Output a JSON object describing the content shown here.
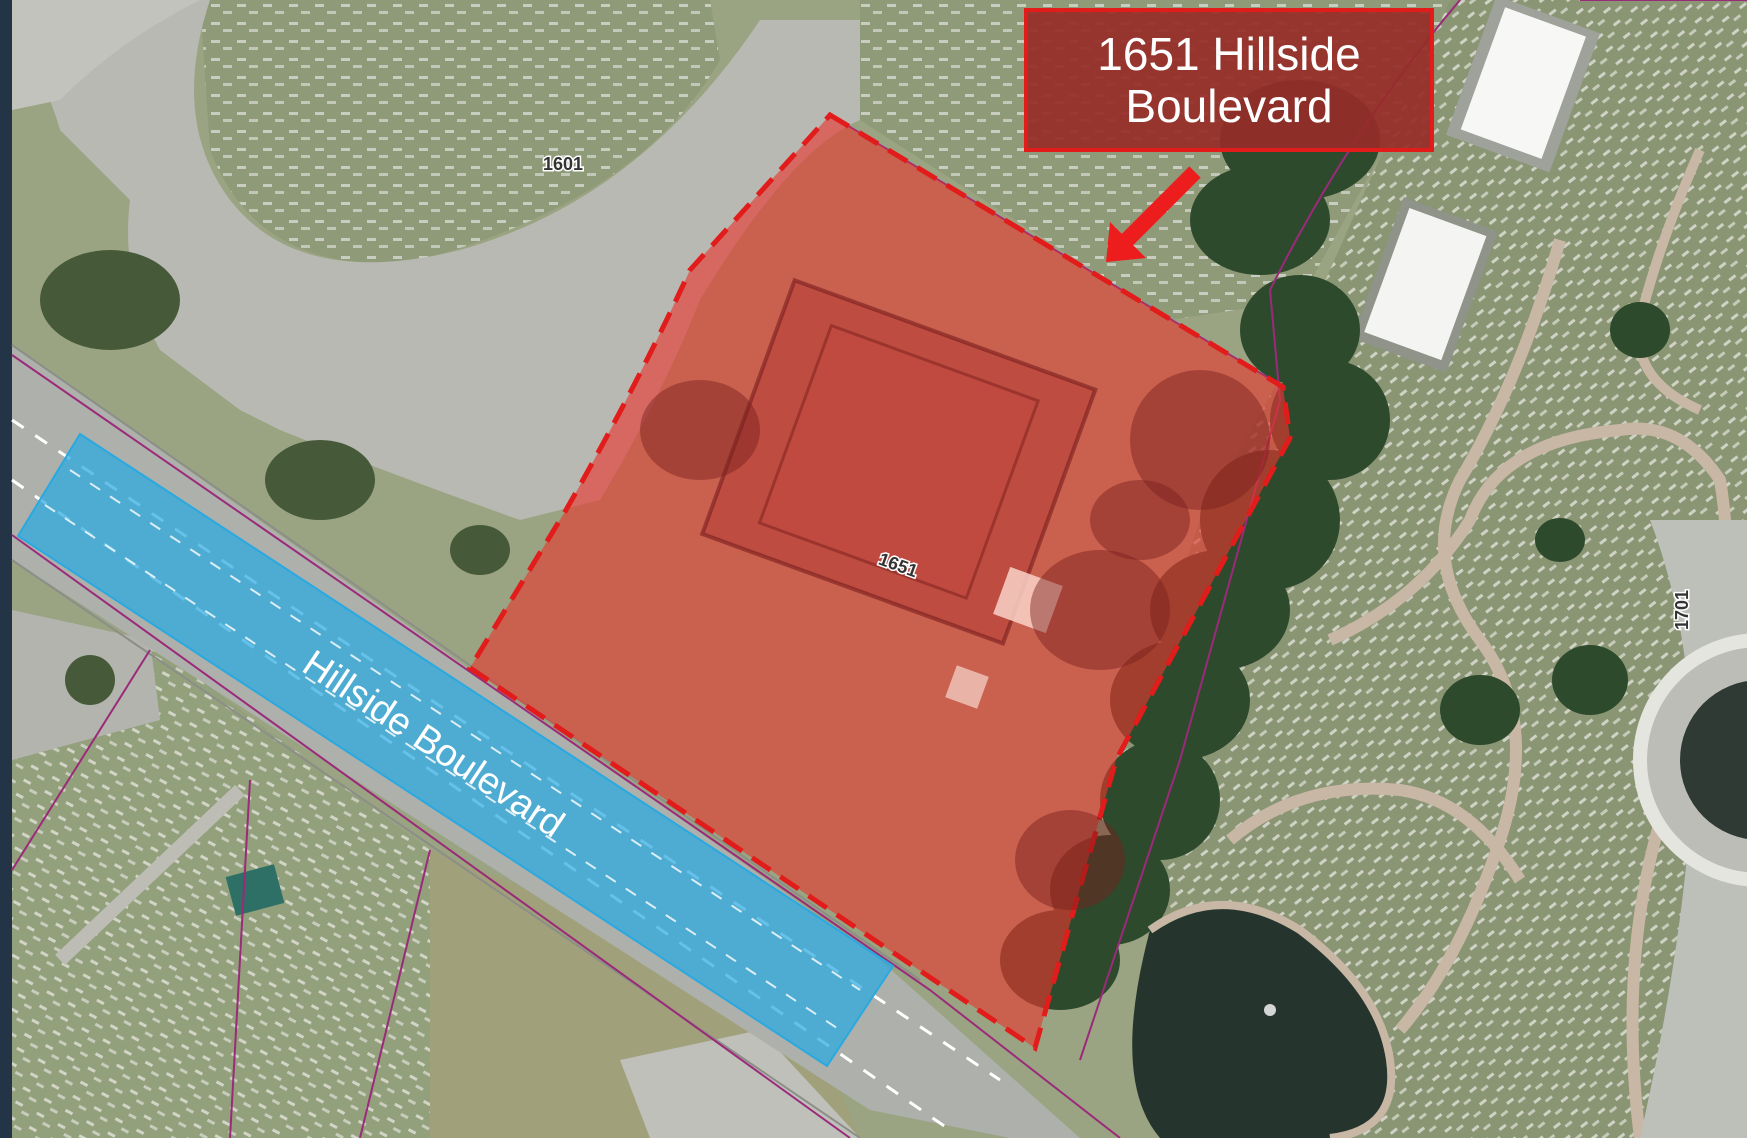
{
  "callout": {
    "line1": "1651 Hillside",
    "line2": "Boulevard",
    "border_color": "#e21b1b",
    "fill_color": "#962d28"
  },
  "road_label": "Hillside Boulevard",
  "parcels": {
    "subject": "1651",
    "north": "1601",
    "east": "1701"
  },
  "colors": {
    "subject_highlight": "#e8372e",
    "road_highlight": "#2aa9e0",
    "parcel_line": "#9b2a7a"
  },
  "icons": {
    "arrow": "arrow-icon"
  }
}
